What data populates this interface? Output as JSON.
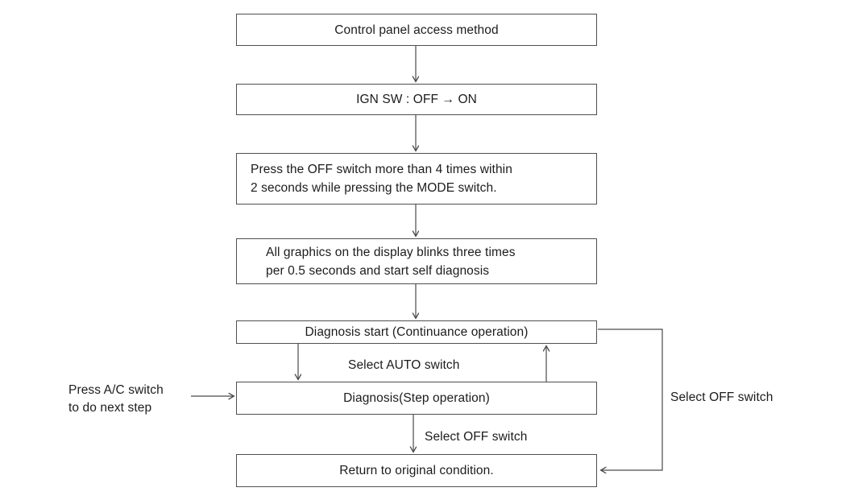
{
  "diagram": {
    "type": "flowchart",
    "background_color": "#ffffff",
    "line_color": "#4a4a4a",
    "text_color": "#1c1c1c",
    "nodes": [
      {
        "id": "access-method",
        "label": "Control panel access method"
      },
      {
        "id": "ign-sw",
        "label": "IGN SW : OFF → ON"
      },
      {
        "id": "press-off-switch",
        "lines": [
          "Press the OFF switch more than 4 times within",
          "2 seconds while pressing the MODE switch."
        ]
      },
      {
        "id": "graphics-blink",
        "lines": [
          "All graphics on the display blinks three times",
          "per 0.5 seconds and start self diagnosis"
        ]
      },
      {
        "id": "diagnosis-start",
        "label": "Diagnosis start (Continuance operation)"
      },
      {
        "id": "diagnosis-step",
        "label": "Diagnosis(Step operation)"
      },
      {
        "id": "return-original",
        "label": "Return to original condition."
      }
    ],
    "edge_labels": {
      "select_auto": "Select AUTO switch",
      "select_off_step": "Select OFF switch",
      "select_off_loop": "Select OFF switch",
      "press_ac_line1": "Press A/C switch",
      "press_ac_line2": "to do next step"
    }
  }
}
